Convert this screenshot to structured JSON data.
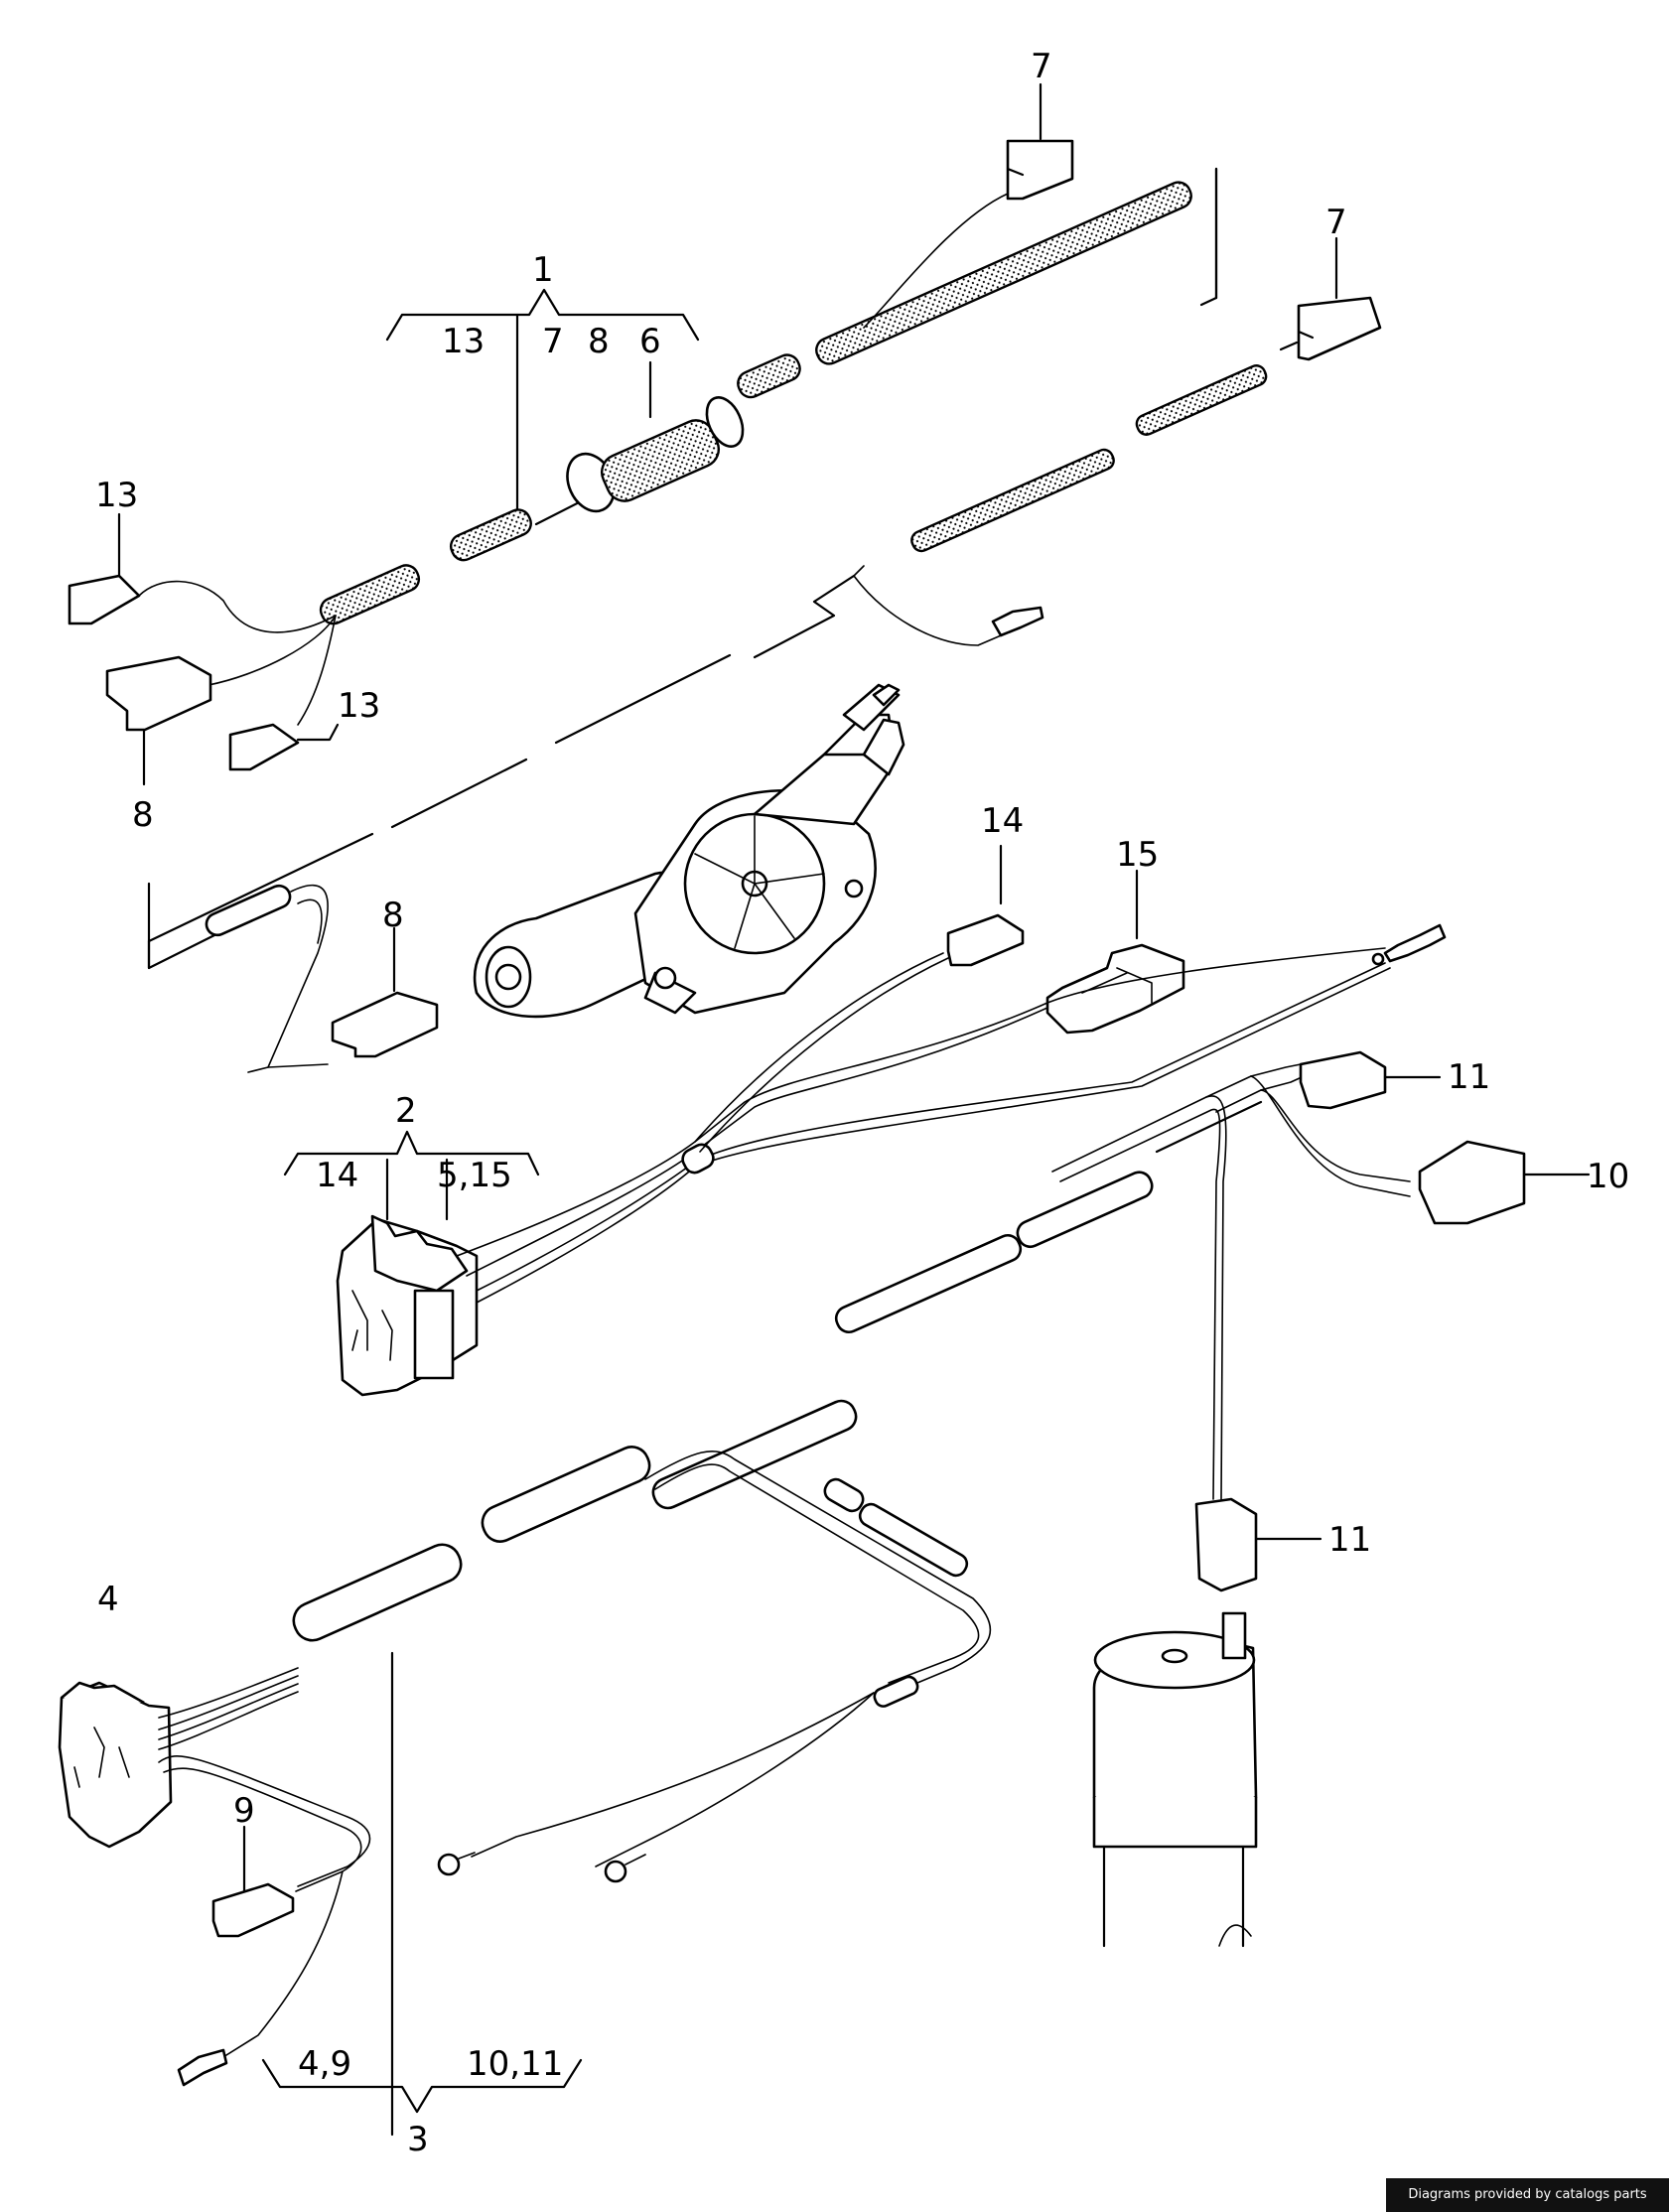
{
  "callouts": {
    "c1": "1",
    "c2": "2",
    "c3": "3",
    "c4": "4",
    "c6": "6",
    "c7a": "7",
    "c7b": "7",
    "c7c": "7",
    "c8a": "8",
    "c8b": "8",
    "c8c": "8",
    "c9": "9",
    "c10": "10",
    "c11a": "11",
    "c11b": "11",
    "c13a": "13",
    "c13b": "13",
    "c13c": "13",
    "c14a": "14",
    "c14b": "14",
    "c15": "15",
    "c5_15": "5,15",
    "c4_9": "4,9",
    "c10_11": "10,11"
  },
  "credit": "Diagrams provided by catalogs parts"
}
